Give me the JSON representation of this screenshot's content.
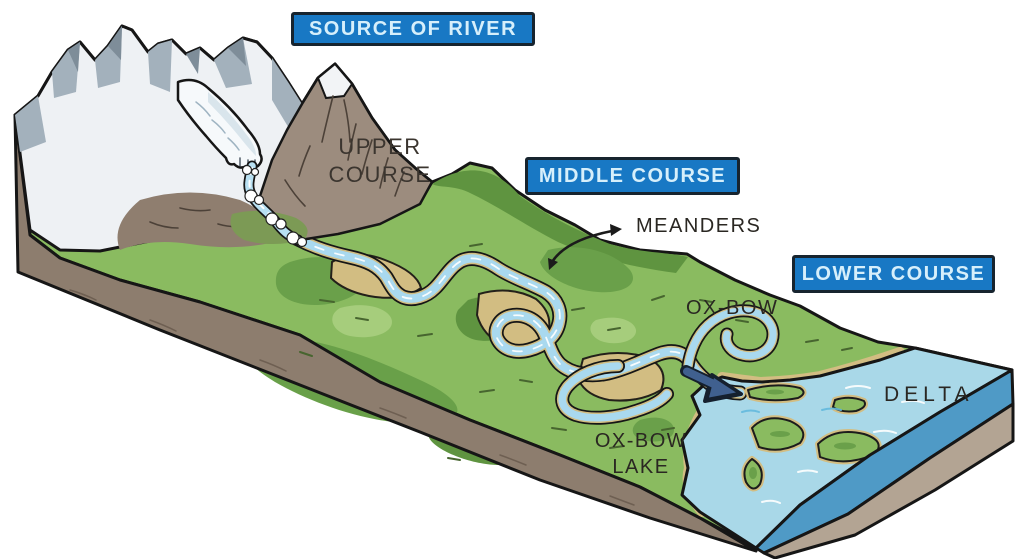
{
  "diagram": {
    "subject": "stages of a river from source to sea",
    "title_labels": {
      "source": "SOURCE OF RIVER",
      "middle": "MIDDLE COURSE",
      "lower": "LOWER COURSE"
    },
    "terrain_labels": {
      "upper_line1": "UPPER",
      "upper_line2": "COURSE",
      "meanders": "MEANDERS",
      "oxbow": "OX-BOW",
      "oxbow_lake_line1": "OX-BOW",
      "oxbow_lake_line2": "LAKE",
      "delta": "DELTA"
    },
    "icons": {
      "meanders_arrow": "curved-pointer-arrow",
      "flow_arrow": "flow-direction-arrow"
    },
    "colors": {
      "label_box_blue": "#1878c4",
      "label_box_border": "#17242f",
      "label_text_blue": "#d6effb",
      "terrain_text": "#2a2722",
      "grass_green": "#8abb60",
      "dark_green": "#63993f",
      "light_green": "#a6cd7c",
      "river_blue": "#a9d9ef",
      "sea_blue": "#a9d8e8",
      "sea_side_blue": "#4f9ac6",
      "sand_tan": "#d2bd82",
      "soil_brown": "#8d7d6e",
      "rock_brown": "#97877a",
      "basement_tan": "#b3a493",
      "snow_white": "#eef1f4",
      "flow_arrow_blue": "#40608f"
    }
  }
}
